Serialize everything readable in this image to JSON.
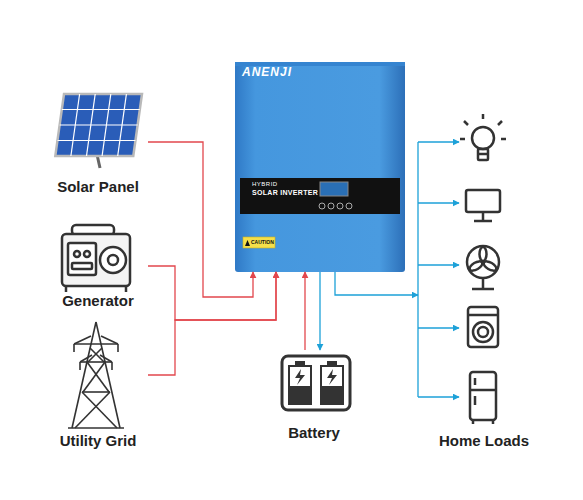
{
  "diagram": {
    "nodes": [
      {
        "text": [
          "Solar Panel"
        ]
      },
      {
        "text": [
          "Generator"
        ]
      },
      {
        "text": [
          "Utility Grid"
        ]
      },
      {
        "text": [
          "ANENJI",
          "HYBRID",
          "SOLAR INVERTER"
        ]
      },
      {
        "text": [
          "Battery"
        ]
      },
      {
        "text": [
          "Home Loads"
        ]
      }
    ],
    "edges": [
      {
        "from": 0,
        "to": 3,
        "arrow": "to"
      },
      {
        "from": 1,
        "to": 3,
        "arrow": "to"
      },
      {
        "from": 2,
        "to": 3,
        "arrow": "to"
      },
      {
        "from": 4,
        "to": 3,
        "arrow": "to"
      },
      {
        "from": 3,
        "to": 4,
        "arrow": "to"
      },
      {
        "from": 3,
        "to": 5,
        "arrow": "to"
      }
    ],
    "labels": [
      "CAUTION"
    ]
  }
}
